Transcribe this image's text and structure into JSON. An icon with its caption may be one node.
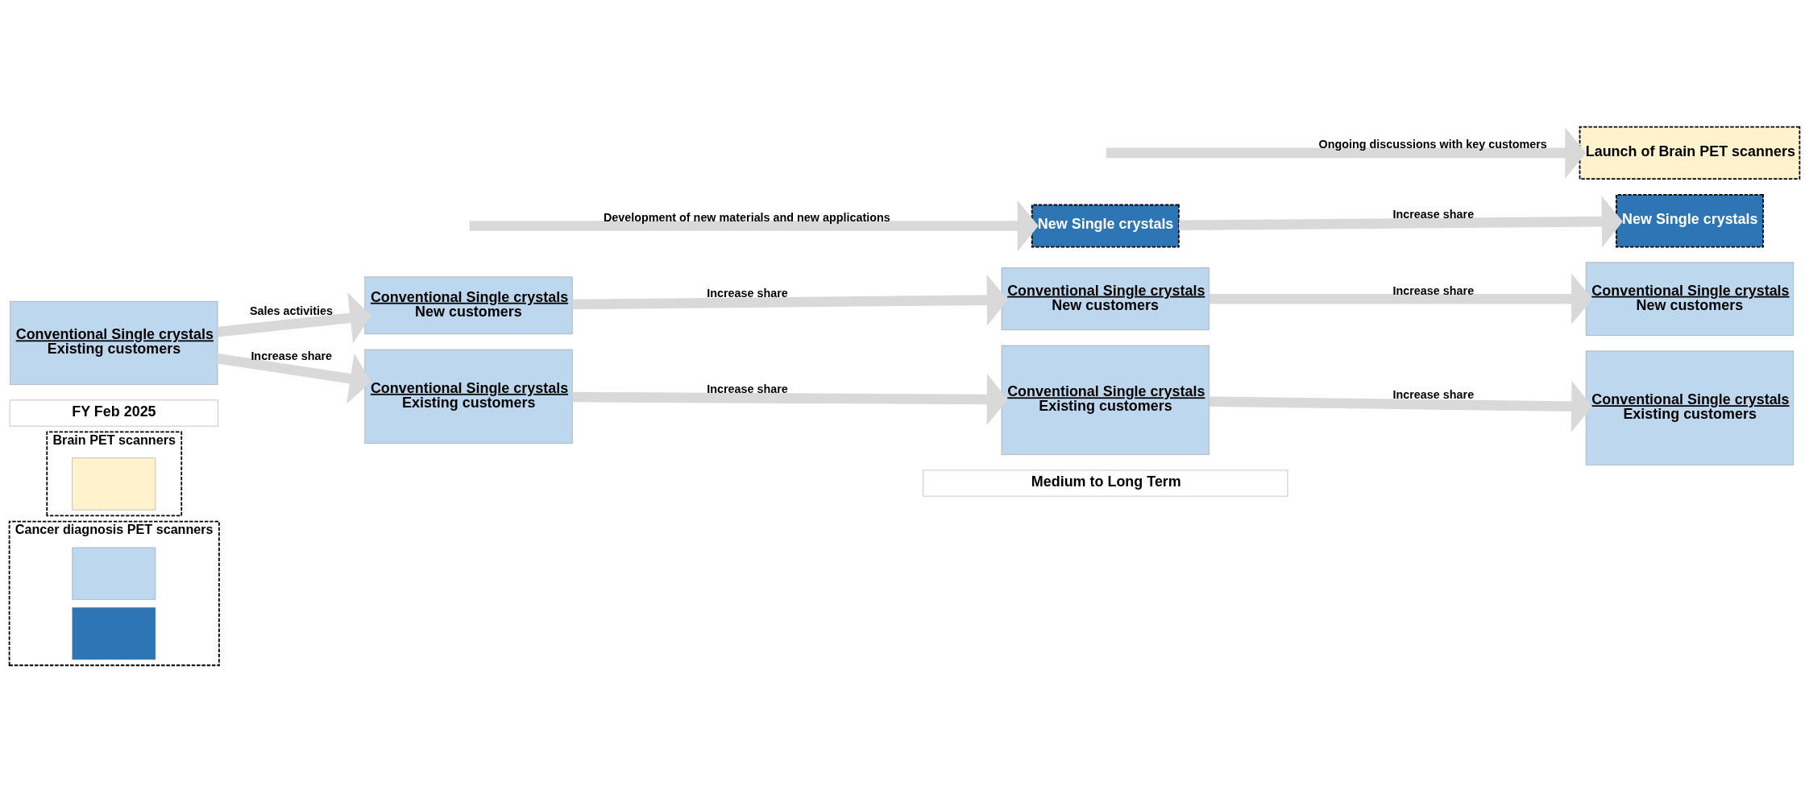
{
  "diagram": {
    "nodes": [
      {
        "text": [
          "Cancer diagnosis PET scanners"
        ]
      },
      {
        "text": [],
        "shape": "box",
        "in": 0
      },
      {
        "text": [],
        "shape": "box",
        "in": 0
      },
      {
        "text": [
          "Brain PET scanners"
        ]
      },
      {
        "text": [],
        "shape": "box",
        "in": 3
      },
      {
        "text": [
          "Launch of Brain PET scanners"
        ]
      },
      {
        "text": [
          "New Single crystals"
        ]
      },
      {
        "text": [
          "Conventional Single crystals",
          "New customers"
        ]
      },
      {
        "text": [
          "Conventional Single crystals",
          "Existing customers"
        ]
      },
      {
        "text": [
          "Conventional Single crystals",
          "Existing customers"
        ]
      },
      {
        "text": [
          "Conventional Single crystals",
          "New customers"
        ]
      },
      {
        "text": [
          "Conventional Single crystals",
          "Existing customers"
        ]
      },
      {
        "text": [
          "New Single crystals"
        ]
      },
      {
        "text": [
          "Conventional Single crystals",
          "New customers"
        ]
      },
      {
        "text": [
          "Conventional Single crystals",
          "Existing customers"
        ]
      },
      {
        "text": [
          "FY Feb 2025"
        ]
      },
      {
        "text": [
          "Medium to Long Term"
        ]
      }
    ],
    "edges": [
      {
        "from": null,
        "to": 5,
        "arrow": "to",
        "label": "Ongoing discussions with key customers"
      },
      {
        "from": null,
        "to": 12,
        "arrow": "to",
        "label": "Development of new materials and new applications"
      },
      {
        "from": 9,
        "to": 10,
        "arrow": "to",
        "label": "Sales activities"
      },
      {
        "from": 9,
        "to": 11,
        "arrow": "to",
        "label": "Increase share"
      },
      {
        "from": 10,
        "to": 13,
        "arrow": "to",
        "label": "Increase share"
      },
      {
        "from": 11,
        "to": 14,
        "arrow": "to",
        "label": "Increase share"
      },
      {
        "from": 12,
        "to": 6,
        "arrow": "to",
        "label": "Increase share"
      },
      {
        "from": 13,
        "to": 7,
        "arrow": "to",
        "label": "Increase share"
      },
      {
        "from": 14,
        "to": 8,
        "arrow": "to",
        "label": "Increase share"
      }
    ]
  }
}
